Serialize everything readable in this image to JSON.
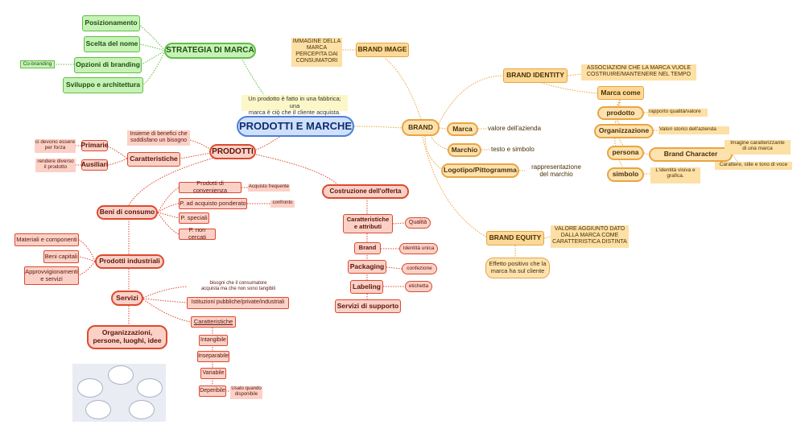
{
  "colors": {
    "green": "#5fbf45",
    "orange": "#e9a542",
    "red": "#dd4a2f",
    "blue": "#4f7fd6",
    "quote": "#fbf7c8"
  },
  "center": "PRODOTTI E MARCHE",
  "quote": "Un prodotto è fatto in una fabbrica; una\nmarca è ciò che il cliente acquista.",
  "strategy": {
    "title": "STRATEGIA DI MARCA",
    "items": [
      "Posizionamento",
      "Scelta del nome",
      "Opzioni di branding",
      "Sviluppo e architettura"
    ],
    "cobranding": "Co-branding"
  },
  "brand_image": {
    "title": "BRAND IMAGE",
    "note": "IMMAGINE DELLA\nMARCA\nPERCEPITA DAI\nCONSUMATORI"
  },
  "brand": {
    "title": "BRAND",
    "marca": "Marca",
    "marca_text": "valore dell'azienda",
    "marchio": "Marchio",
    "marchio_text": "testo e simbolo",
    "logotipo": "Logotipo/Pittogramma",
    "logotipo_text": "rappresentazione\ndel marchio"
  },
  "identity": {
    "title": "BRAND IDENTITY",
    "note": "ASSOCIAZIONI CHE LA MARCA VUOLE\nCOSTRUIRE/MANTENERE NEL TEMPO",
    "marca_come": "Marca come",
    "prodotto": "prodotto",
    "prodotto_text": "rapporto qualità/valore",
    "organizzazione": "Organizzazione",
    "organizzazione_text": "Valori storici dell'azienda",
    "persona": "persona",
    "character": "Brand Character",
    "character_text1": "Imagine caratterizzante\ndi una marca",
    "character_text2": "Carattere, stile e tono di voce",
    "simbolo": "simbolo",
    "simbolo_text": "L'identità visiva e\ngrafica."
  },
  "equity": {
    "title": "BRAND EQUITY",
    "note": "VALORE AGGIUNTO DATO\nDALLA MARCA COME\nCARATTERISTICA DISTINTA",
    "effect": "Effetto positivo che la\nmarca ha sul cliente"
  },
  "prodotti": {
    "title": "PRODOTTI",
    "benefits": "Insieme di benefici che\nsoddisfano un bisogno",
    "caratteristiche": "Caratteristiche",
    "primarie": "Primarie",
    "primarie_note": "ci devono essere\nper forza",
    "ausiliari": "Ausiliari",
    "ausiliari_note": "rendere diverso\nil prodotto"
  },
  "beni": {
    "title": "Beni di consumo",
    "items": [
      "Prodotti di convenienza",
      "P. ad acquisto ponderato",
      "P. speciali",
      "P. non cercati"
    ],
    "convenienza_note": "Acquisto frequente",
    "ponderato_note": "confronto"
  },
  "industriali": {
    "title": "Prodotti industriali",
    "items": [
      "Materiali e componenti",
      "Beni capitali",
      "Approvvigionamenti\ne servizi"
    ]
  },
  "servizi": {
    "title": "Servizi",
    "bisogni": "bisogni che il consumatore\nacquista ma che non sono tangibili",
    "istituzioni": "Istituzioni pubbliche/private/industriali",
    "caratteristiche": "Caratteristiche",
    "traits": [
      "Intangibile",
      "Inseparabile",
      "Variabile",
      "Deperibile"
    ],
    "deperibile_note": "Usato quando\ndisponibile"
  },
  "organizzazioni": "Organizzazioni,\npersone, luoghi, idee",
  "offerta": {
    "title": "Costruzione dell'offerta",
    "attributi": "Caratteristiche\ne attributi",
    "qualita": "Qualità",
    "brand": "Brand",
    "brand_note": "Identità unica",
    "packaging": "Packaging",
    "packaging_note": "confezione",
    "labeling": "Labeling",
    "labeling_note": "etichetta",
    "supporto": "Servizi di supporto"
  }
}
